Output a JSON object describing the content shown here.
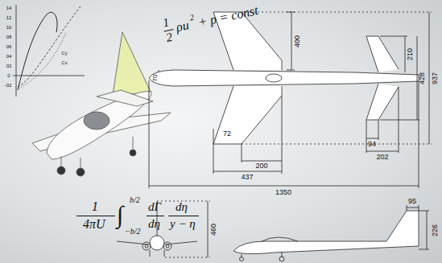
{
  "diagram": {
    "labels": [
      "1",
      "2",
      "ρu",
      "2",
      "+ p = const",
      "1",
      "4πU",
      "∫",
      "b/2",
      "−b/2",
      "dΓ",
      "dη",
      "dη",
      "y − η",
      "70",
      "400",
      "210",
      "428",
      "937",
      "72",
      "94",
      "202",
      "200",
      "437",
      "1350",
      "460",
      "95",
      "226",
      "14",
      "12",
      "10",
      "08",
      "06",
      "04",
      "02",
      "0",
      "-02",
      "Cy",
      "Cx"
    ]
  }
}
